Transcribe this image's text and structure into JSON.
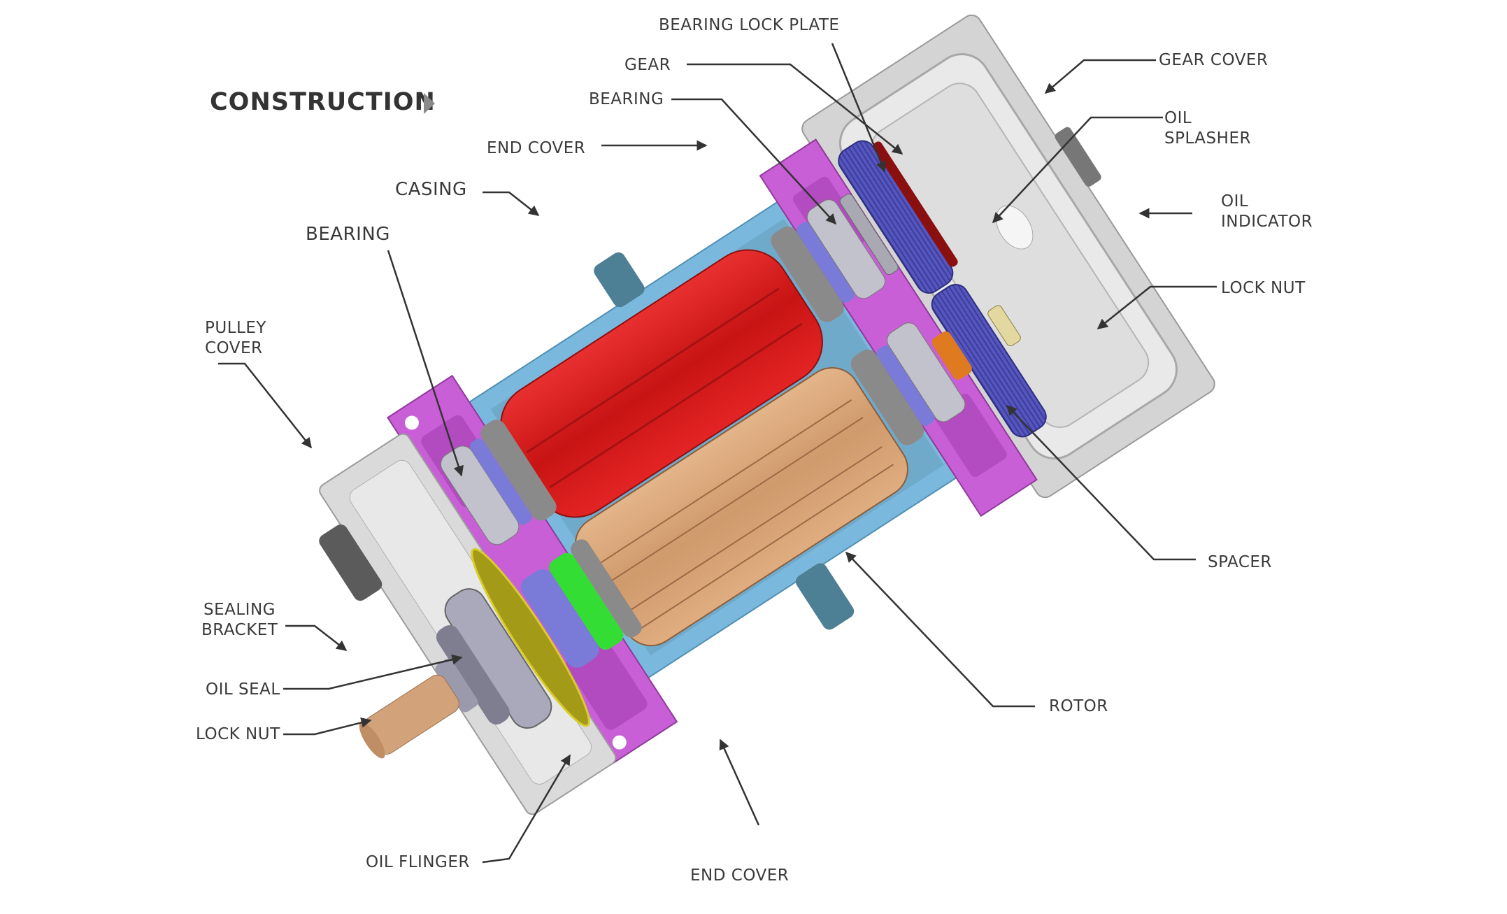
{
  "title": "CONSTRUCTION",
  "title_icon": "play-triangle-icon",
  "colors": {
    "end_cover": "#c95fd6",
    "casing": "#7ab9dd",
    "rotor_top": "#d81f1f",
    "rotor_bottom": "#d9a57a",
    "gear": "#4f4fb8",
    "gear_cover": "#d8d8d8",
    "oil_flinger": "#a39a17",
    "green_sleeve": "#33dd33",
    "spacer": "#e07a20",
    "shaft": "#d2a27a",
    "bearing": "#b8b8c6",
    "oil_splasher": "#8a1010",
    "label_text": "#3a3a3a",
    "leader_line": "#333333"
  },
  "labels": {
    "bearing_lock_plate": "BEARING LOCK PLATE",
    "gear": "GEAR",
    "bearing_top": "BEARING",
    "end_cover_top": "END COVER",
    "casing": "CASING",
    "bearing_left": "BEARING",
    "pulley_cover_1": "PULLEY",
    "pulley_cover_2": "COVER",
    "sealing_bracket_1": "SEALING",
    "sealing_bracket_2": "BRACKET",
    "oil_seal": "OIL SEAL",
    "lock_nut_left": "LOCK NUT",
    "oil_flinger": "OIL FLINGER",
    "end_cover_bottom": "END COVER",
    "rotor": "ROTOR",
    "spacer": "SPACER",
    "lock_nut_right": "LOCK NUT",
    "oil_indicator_1": "OIL",
    "oil_indicator_2": "INDICATOR",
    "oil_splasher_1": "OIL",
    "oil_splasher_2": "SPLASHER",
    "gear_cover": "GEAR COVER"
  }
}
